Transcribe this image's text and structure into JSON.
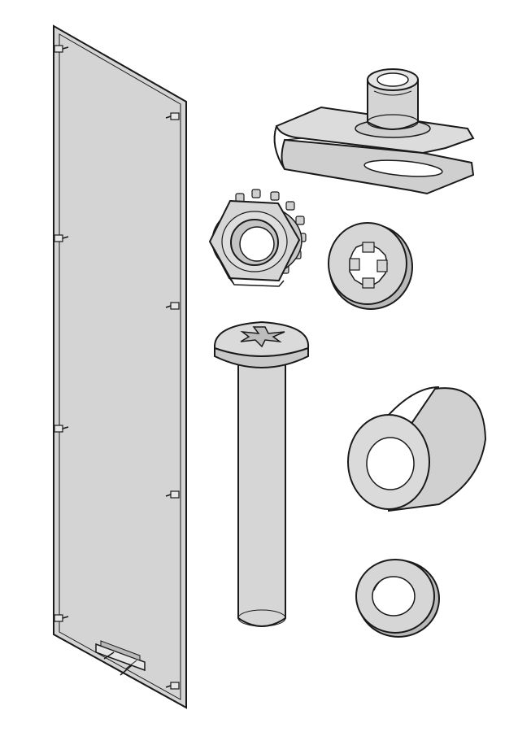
{
  "diagram": {
    "kind": "exploded-parts-illustration",
    "background": "#ffffff",
    "colors": {
      "part_fill": "#d4d4d4",
      "part_fill_light": "#e6e6e6",
      "part_shadow": "#b9b9b9",
      "hole_fill": "#ffffff",
      "outline": "#1a1a1a"
    },
    "parts": [
      {
        "name": "side-panel",
        "icon": "panel-icon"
      },
      {
        "name": "clip-nut",
        "icon": "clip-nut-icon"
      },
      {
        "name": "hex-nut-with-lock-washer",
        "icon": "kep-nut-icon"
      },
      {
        "name": "lock-washer",
        "icon": "washer-icon"
      },
      {
        "name": "pan-head-screw",
        "icon": "screw-icon"
      },
      {
        "name": "spacer-sleeve",
        "icon": "sleeve-icon"
      },
      {
        "name": "flat-washer",
        "icon": "flat-washer-icon"
      }
    ]
  }
}
